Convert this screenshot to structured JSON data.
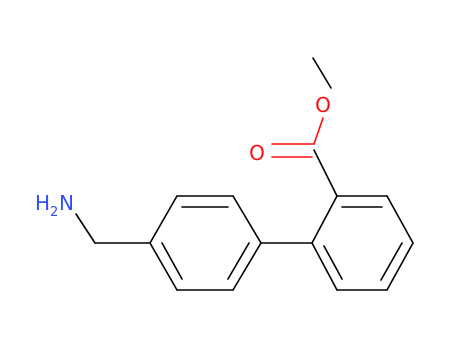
{
  "molecule": {
    "atoms": [
      {
        "id": "O1",
        "symbol": "O",
        "color": "#ff0d0d"
      },
      {
        "id": "O2",
        "symbol": "O",
        "color": "#ff0d0d"
      },
      {
        "id": "N1",
        "symbol": "N",
        "prefix": "H",
        "subscript": "2",
        "color": "#3050f8"
      }
    ]
  },
  "colors": {
    "bond": "#000000",
    "oxygen": "#ff0d0d",
    "nitrogen": "#3050f8",
    "background": "#ffffff"
  }
}
